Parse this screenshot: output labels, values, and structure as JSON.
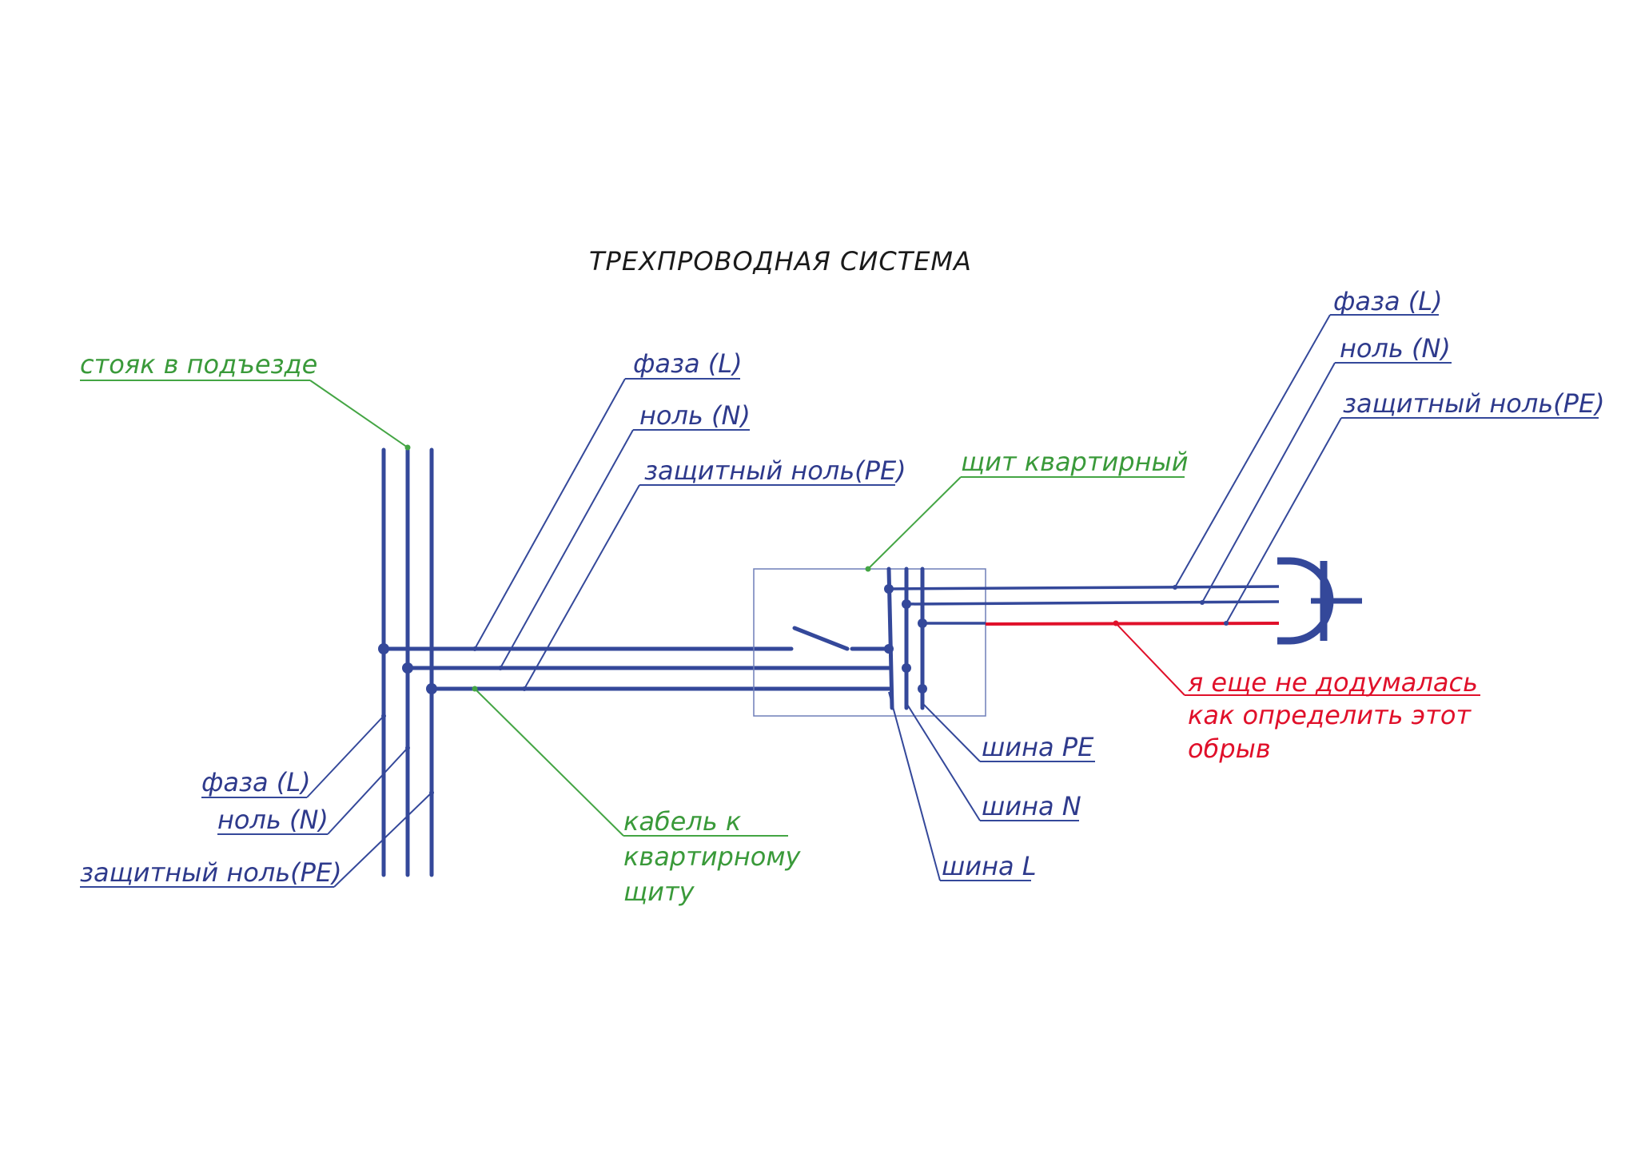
{
  "title": "ТРЕХПРОВОДНАЯ СИСТЕМА",
  "colors": {
    "wire": "#34489a",
    "label_blue": "#2e3a8c",
    "label_green": "#3a9a3a",
    "fault_red": "#e0102a"
  },
  "riser": {
    "label": "стояк в подъезде",
    "left_labels": [
      "фаза (L)",
      "ноль (N)",
      "защитный ноль(PE)"
    ]
  },
  "cable": {
    "top_labels": [
      "фаза (L)",
      "ноль (N)",
      "защитный ноль(PE)"
    ],
    "caption_lines": [
      "кабель к",
      "квартирному",
      "щиту"
    ]
  },
  "panel": {
    "label": "щит квартирный",
    "bus_labels": [
      "шина PE",
      "шина N",
      "шина L"
    ]
  },
  "outlet": {
    "labels": [
      "фаза (L)",
      "ноль (N)",
      "защитный ноль(PE)"
    ]
  },
  "fault_note": {
    "lines": [
      "я еще не додумалась",
      "как определить этот",
      "обрыв"
    ]
  }
}
